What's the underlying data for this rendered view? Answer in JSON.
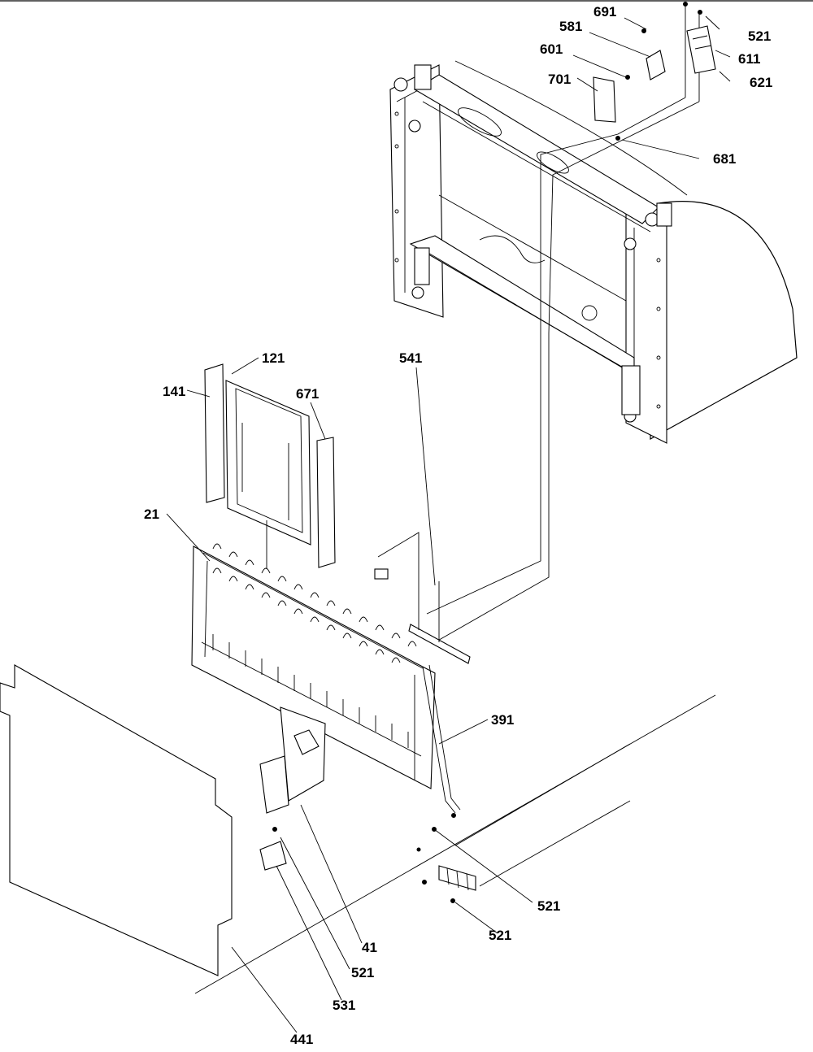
{
  "labels": {
    "p691": "691",
    "p581": "581",
    "p521_top": "521",
    "p601": "601",
    "p611": "611",
    "p621": "621",
    "p701": "701",
    "p681": "681",
    "p121": "121",
    "p541": "541",
    "p141": "141",
    "p671": "671",
    "p21": "21",
    "p391": "391",
    "p521_right_upper": "521",
    "p521_right_lower": "521",
    "p41": "41",
    "p521_left": "521",
    "p531": "531",
    "p441": "441"
  }
}
